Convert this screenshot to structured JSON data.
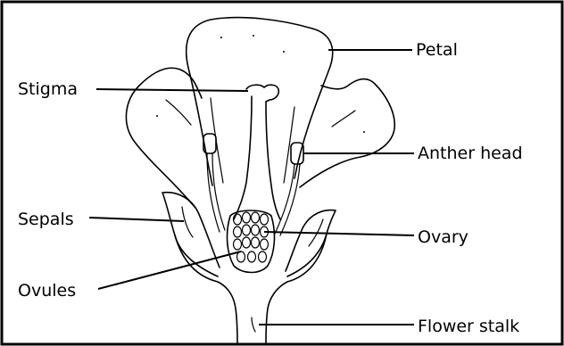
{
  "labels": {
    "petal": "Petal",
    "stigma": "Stigma",
    "anther_head": "Anther head",
    "sepals": "Sepals",
    "ovary": "Ovary",
    "ovules": "Ovules",
    "flower_stalk": "Flower stalk"
  },
  "colors": {
    "line": "#000000",
    "background": "#ffffff"
  }
}
